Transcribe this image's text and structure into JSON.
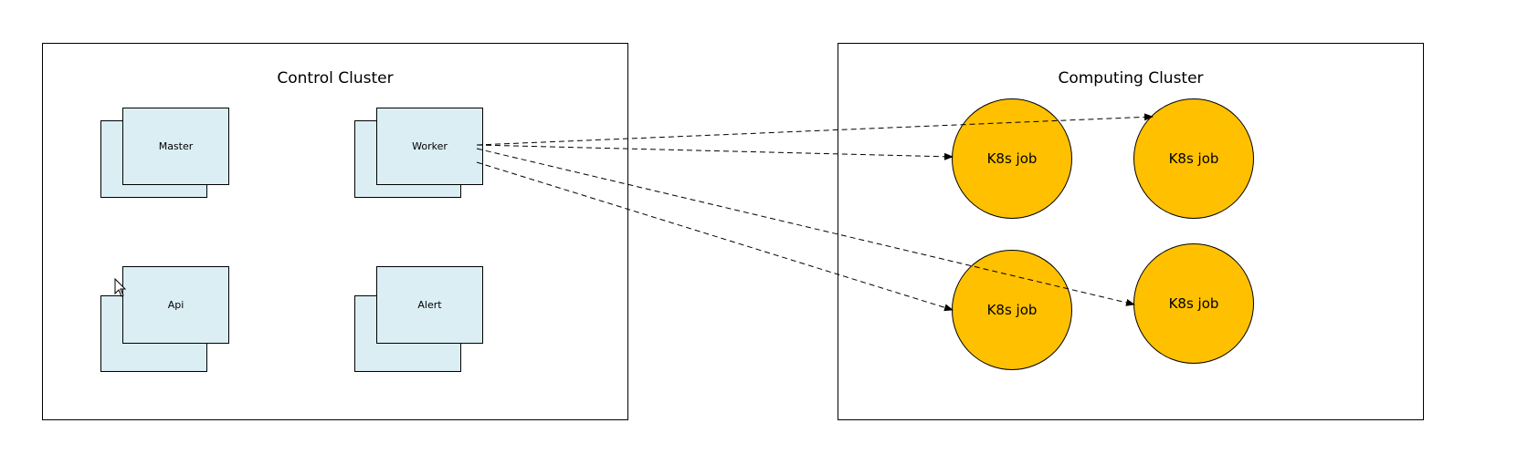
{
  "control_cluster": {
    "title": "Control Cluster",
    "nodes": [
      {
        "label": "Master"
      },
      {
        "label": "Worker"
      },
      {
        "label": "Api"
      },
      {
        "label": "Alert"
      }
    ]
  },
  "computing_cluster": {
    "title": "Computing Cluster",
    "jobs": [
      {
        "label": "K8s job"
      },
      {
        "label": "K8s job"
      },
      {
        "label": "K8s job"
      },
      {
        "label": "K8s job"
      }
    ]
  },
  "colors": {
    "node_fill": "#dbeef3",
    "job_fill": "#ffc000",
    "border": "#000000"
  },
  "edges": [
    {
      "from": "Worker",
      "to": "K8s job (top-right)",
      "style": "dashed"
    },
    {
      "from": "Worker",
      "to": "K8s job (top-left)",
      "style": "dashed"
    },
    {
      "from": "Worker",
      "to": "K8s job (bottom-right)",
      "style": "dashed"
    },
    {
      "from": "Worker",
      "to": "K8s job (bottom-left)",
      "style": "dashed"
    }
  ]
}
